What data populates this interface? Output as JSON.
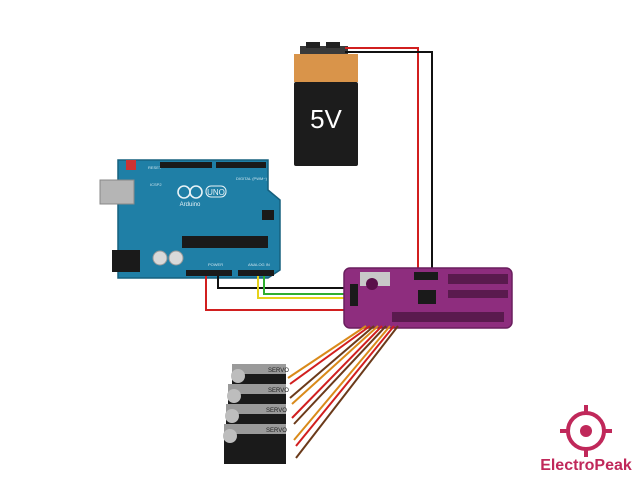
{
  "battery": {
    "label": "5V"
  },
  "arduino": {
    "logo_text": "Arduino",
    "model": "UNO",
    "reset_label": "RESET",
    "icsp_label": "ICSP2",
    "digital_label": "DIGITAL (PWM~)",
    "power_label": "POWER",
    "analog_label": "ANALOG IN"
  },
  "servos": {
    "label": "SERVO",
    "count": 4
  },
  "brand": {
    "name": "ElectroPeak",
    "color": "#c0285a"
  },
  "colors": {
    "arduino_board": "#1f7fa6",
    "pwm_board": "#8e2d7e",
    "wire_red": "#d11f1f",
    "wire_black": "#111111",
    "wire_yellow": "#e6d21a",
    "wire_green": "#2fae2f"
  }
}
